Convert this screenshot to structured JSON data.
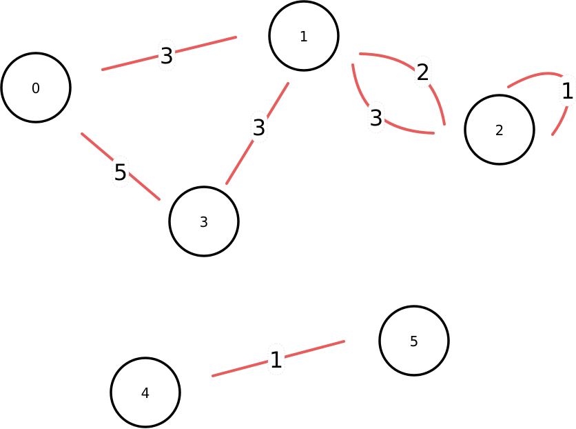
{
  "graph": {
    "colors": {
      "edge": "#e85c5c",
      "node_stroke": "#000000",
      "node_fill": "#ffffff"
    },
    "nodes": [
      {
        "id": "0",
        "label": "0"
      },
      {
        "id": "1",
        "label": "1"
      },
      {
        "id": "2",
        "label": "2"
      },
      {
        "id": "3",
        "label": "3"
      },
      {
        "id": "4",
        "label": "4"
      },
      {
        "id": "5",
        "label": "5"
      }
    ],
    "edges": [
      {
        "from": "0",
        "to": "1",
        "weight": "3"
      },
      {
        "from": "0",
        "to": "3",
        "weight": "5"
      },
      {
        "from": "1",
        "to": "3",
        "weight": "3"
      },
      {
        "from": "1",
        "to": "2",
        "weight": "2"
      },
      {
        "from": "2",
        "to": "1",
        "weight": "3"
      },
      {
        "from": "2",
        "to": "2",
        "weight": "1"
      },
      {
        "from": "4",
        "to": "5",
        "weight": "1"
      }
    ]
  }
}
